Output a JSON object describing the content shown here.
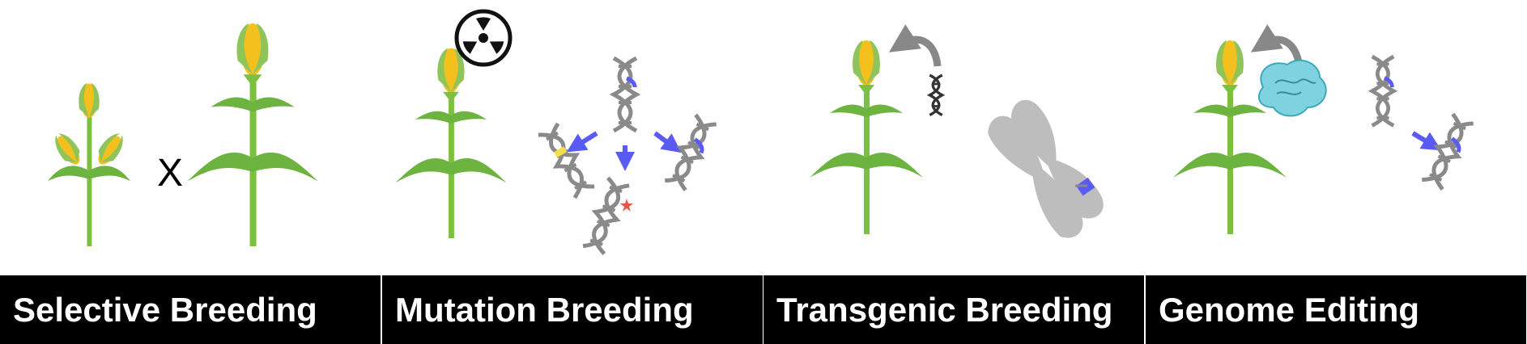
{
  "panels": [
    {
      "label": "Selective Breeding",
      "cross_symbol": "X"
    },
    {
      "label": "Mutation Breeding"
    },
    {
      "label": "Transgenic Breeding"
    },
    {
      "label": "Genome Editing"
    }
  ],
  "colors": {
    "stem": "#7ac142",
    "leaf": "#6db33f",
    "kernel": "#f4c01e",
    "husk": "#8fc45a",
    "dna": "#8a8a8a",
    "edit_highlight": "#5a5af5",
    "mutation_yellow": "#f2e04a",
    "mutation_red": "#e05a4a",
    "enzyme": "#7fd3e0",
    "chromosome": "#bdbdbd",
    "label_bar": "#000000",
    "label_text": "#ffffff"
  },
  "icons": [
    "corn-plant-icon",
    "radiation-icon",
    "dna-icon",
    "chromosome-icon",
    "enzyme-icon",
    "arrow-icon",
    "mutation-star-icon"
  ]
}
